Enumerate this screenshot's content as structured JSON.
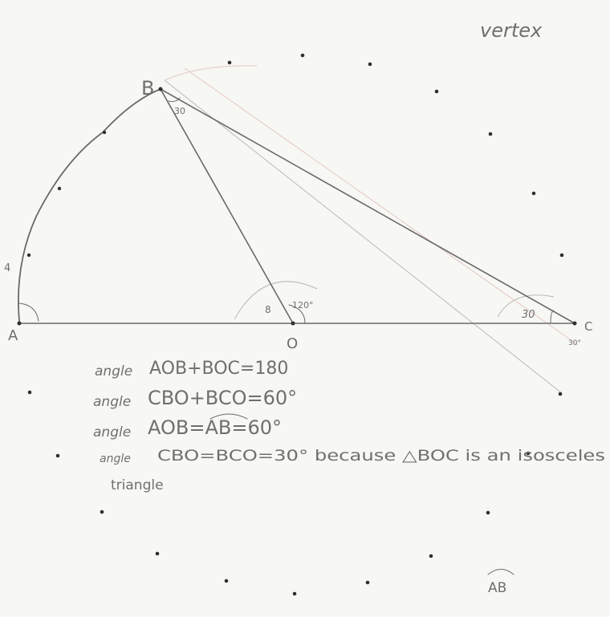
{
  "corner_note": "vertex",
  "points": {
    "A": "A",
    "B": "B",
    "O": "O",
    "C": "C"
  },
  "angle_marks": {
    "b_angle": "30",
    "c_angle": "30",
    "o_angle": "120°",
    "o_small": "8",
    "a_mark": "4",
    "c_small": "30°"
  },
  "statements": [
    {
      "prefix": "angle",
      "text": "AOB+BOC=180"
    },
    {
      "prefix": "angle",
      "text": "CBO+BCO=60°"
    },
    {
      "prefix": "angle",
      "text": "AOB=AB=60°"
    },
    {
      "prefix": "angle",
      "text": "CBO=BCO=30° because △BOC is an isosceles"
    },
    {
      "prefix": "",
      "text": "triangle"
    }
  ],
  "bottom_label": "AB",
  "colors": {
    "paper": "#f7f7f4",
    "pencil": "#6a6a6a",
    "dot": "#2f2f2f"
  }
}
